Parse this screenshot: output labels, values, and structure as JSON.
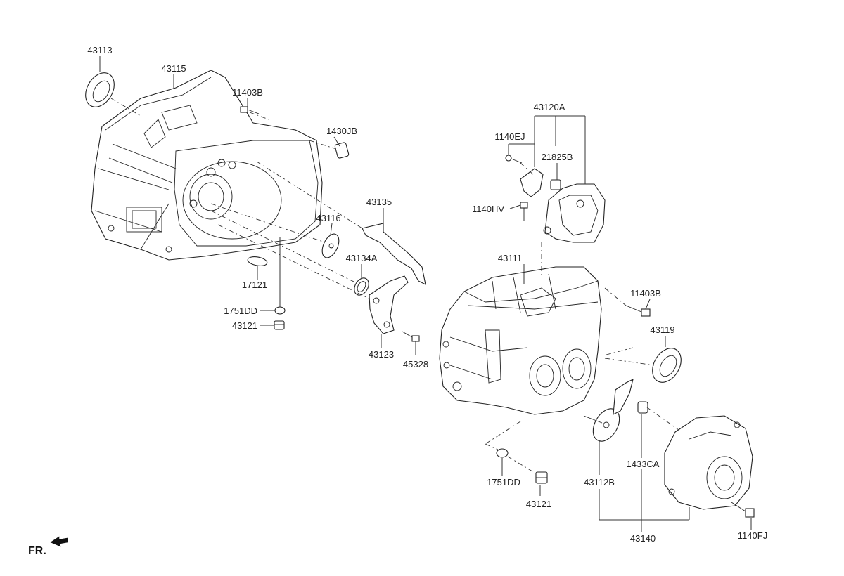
{
  "labels": {
    "p43113": "43113",
    "p43115": "43115",
    "p11403B_top": "11403B",
    "p1430JB": "1430JB",
    "p43116": "43116",
    "p43135": "43135",
    "p43134A": "43134A",
    "p17121": "17121",
    "p1751DD_left": "1751DD",
    "p43121_left": "43121",
    "p43123": "43123",
    "p45328": "45328",
    "p43120A": "43120A",
    "p1140EJ": "1140EJ",
    "p21825B": "21825B",
    "p1140HV": "1140HV",
    "p43111": "43111",
    "p11403B_right": "11403B",
    "p43119": "43119",
    "p1751DD_bottom": "1751DD",
    "p43121_bottom": "43121",
    "p43112B": "43112B",
    "p1433CA": "1433CA",
    "p43140": "43140",
    "p1140FJ": "1140FJ"
  },
  "orientation": {
    "text": "FR.",
    "icon": "front-arrow-icon"
  }
}
